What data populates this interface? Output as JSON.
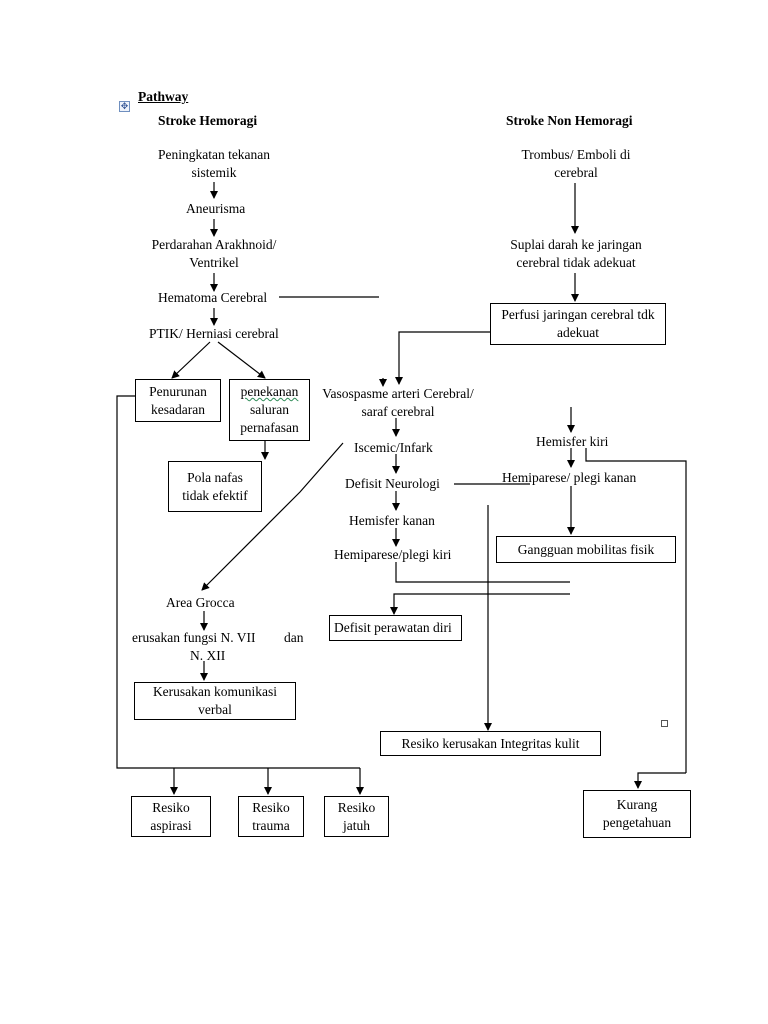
{
  "title": "Pathway",
  "left_heading": "Stroke Hemoragi",
  "right_heading": "Stroke Non Hemoragi",
  "left_chain": {
    "peningkatan": "Peningkatan tekanan\nsistemik",
    "aneurisma": "Aneurisma",
    "perdarahan": "Perdarahan Arakhnoid/\nVentrikel",
    "hematoma": "Hematoma Cerebral",
    "ptik": "PTIK/ Herniasi cerebral"
  },
  "right_chain": {
    "trombus": "Trombus/ Emboli di\ncerebral",
    "suplai": "Suplai darah ke jaringan\ncerebral tidak adekuat"
  },
  "middle_chain": {
    "vasospasme": "Vasospasme arteri Cerebral/\nsaraf cerebral",
    "iscemic": "Iscemic/Infark",
    "defisit_neuro": "Defisit Neurologi",
    "hemisfer_kanan": "Hemisfer kanan",
    "hemiparese_kiri": "Hemiparese/plegi kiri",
    "hemisfer_kiri": "Hemisfer kiri",
    "hemiparese_kanan": "Hemiparese/ plegi kanan"
  },
  "lower_chain": {
    "area_grocca": "Area Grocca",
    "kerusakan_fungsi_a": "erusakan fungsi N. VII",
    "kerusakan_fungsi_b": "dan",
    "kerusakan_fungsi_c": "N. XII"
  },
  "boxes": {
    "perfusi": "Perfusi jaringan cerebral tdk\nadekuat",
    "penurunan": "Penurunan\nkesadaran",
    "penekanan_word": "penekanan",
    "penekanan_rest": "saluran\npernafasan",
    "pola_nafas": "Pola nafas\ntidak efektif",
    "gangguan": "Gangguan mobilitas fisik",
    "defisit_perawatan": "Defisit perawatan diri",
    "kerusakan_komunikasi": "Kerusakan komunikasi\nverbal",
    "resiko_integritas": "Resiko kerusakan Integritas kulit",
    "resiko_aspirasi": "Resiko\naspirasi",
    "resiko_trauma": "Resiko\ntrauma",
    "resiko_jatuh": "Resiko\njatuh",
    "kurang_pengetahuan": "Kurang\npengetahuan"
  },
  "anchor_icon": "move-anchor-icon"
}
